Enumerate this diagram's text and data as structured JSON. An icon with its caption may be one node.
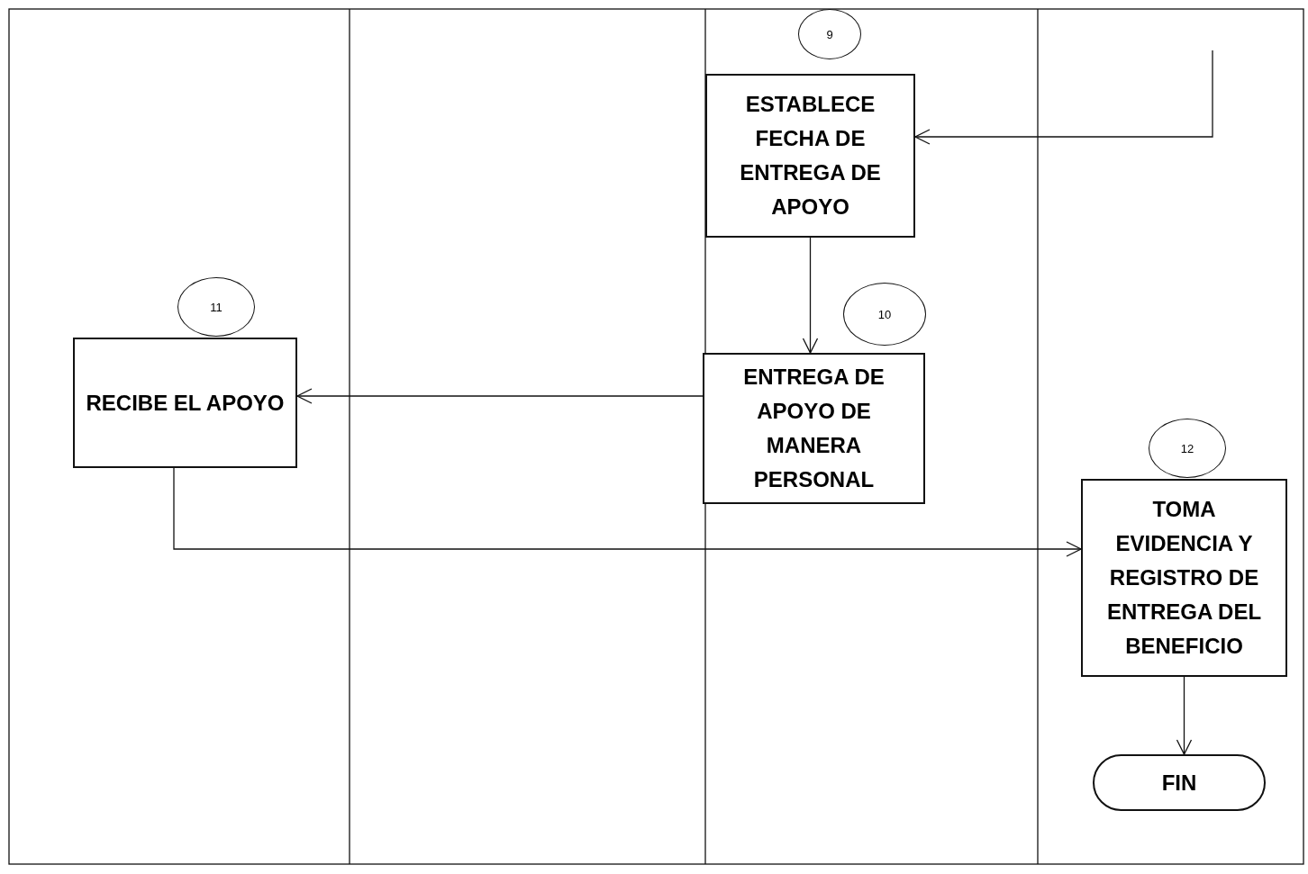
{
  "diagram": {
    "nodes": [
      {
        "text": [
          "9"
        ]
      },
      {
        "text": [
          "ESTABLECE FECHA DE ENTREGA DE APOYO"
        ]
      },
      {
        "text": [
          "10"
        ]
      },
      {
        "text": [
          "ENTREGA DE APOYO DE MANERA PERSONAL"
        ]
      },
      {
        "text": [
          "11"
        ]
      },
      {
        "text": [
          "RECIBE EL APOYO"
        ]
      },
      {
        "text": [
          "12"
        ]
      },
      {
        "text": [
          "TOMA EVIDENCIA Y REGISTRO DE ENTREGA DEL BENEFICIO"
        ]
      },
      {
        "text": [
          "FIN"
        ]
      }
    ],
    "edges": [
      {
        "from": null,
        "to": 1,
        "arrow": "to"
      },
      {
        "from": 1,
        "to": 3,
        "arrow": "to"
      },
      {
        "from": 3,
        "to": 5,
        "arrow": "to"
      },
      {
        "from": 5,
        "to": 7,
        "arrow": "to"
      },
      {
        "from": 7,
        "to": 8,
        "arrow": "to"
      }
    ]
  }
}
